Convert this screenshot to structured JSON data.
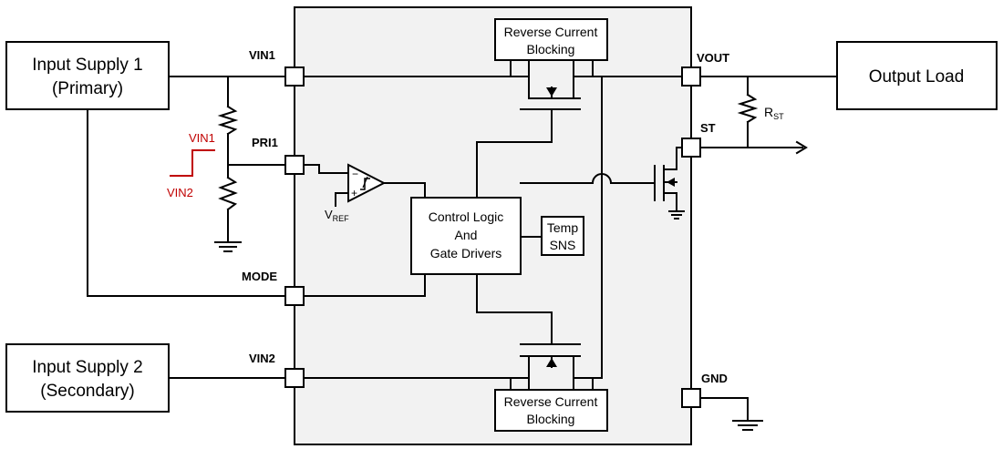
{
  "blocks": {
    "input_supply_1": [
      "Input Supply 1",
      "(Primary)"
    ],
    "input_supply_2": [
      "Input Supply 2",
      "(Secondary)"
    ],
    "output_load": "Output Load",
    "control_logic": [
      "Control Logic",
      "And",
      "Gate Drivers"
    ],
    "temp_sensor": [
      "Temp",
      "SNS"
    ],
    "reverse_top": [
      "Reverse Current",
      "Blocking"
    ],
    "reverse_bottom": [
      "Reverse Current",
      "Blocking"
    ]
  },
  "pins": {
    "vin1": "VIN1",
    "pri1": "PRI1",
    "mode": "MODE",
    "vin2": "VIN2",
    "vout": "VOUT",
    "st": "ST",
    "gnd": "GND"
  },
  "annotations": {
    "waveform_high": "VIN1",
    "waveform_low": "VIN2",
    "vref_main": "V",
    "vref_sub": "REF",
    "rst_main": "R",
    "rst_sub": "ST"
  },
  "colors": {
    "chip_fill": "#f2f2f2",
    "wire": "#000000",
    "annotation": "#c00000"
  }
}
